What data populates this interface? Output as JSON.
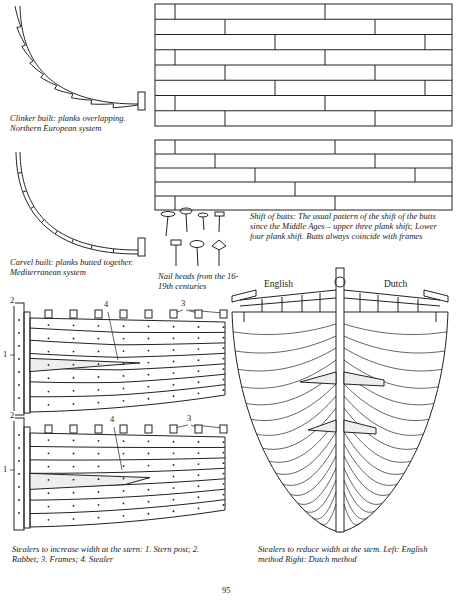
{
  "diagram": {
    "labels": [
      "Clinker built: planks overlapping. Northern European system",
      "Carvel built: planks butted together. Mediterranean system",
      "Nail heads from the 16-19th centuries",
      "Shift of butts: The usual pattern of the shift of the butts since the Middle Ages – upper three plank shift; Lower four plank shift. Butts always coincide with frames",
      "English",
      "Dutch",
      "2",
      "1",
      "4",
      "3",
      "2",
      "1",
      "4",
      "3",
      "Stealers to increase width at the stern: 1. Stern post; 2. Rabbet; 3. Frames; 4. Stealer",
      "Stealers to reduce width at the stem. Left: English method Right: Dutch method",
      "95"
    ]
  }
}
